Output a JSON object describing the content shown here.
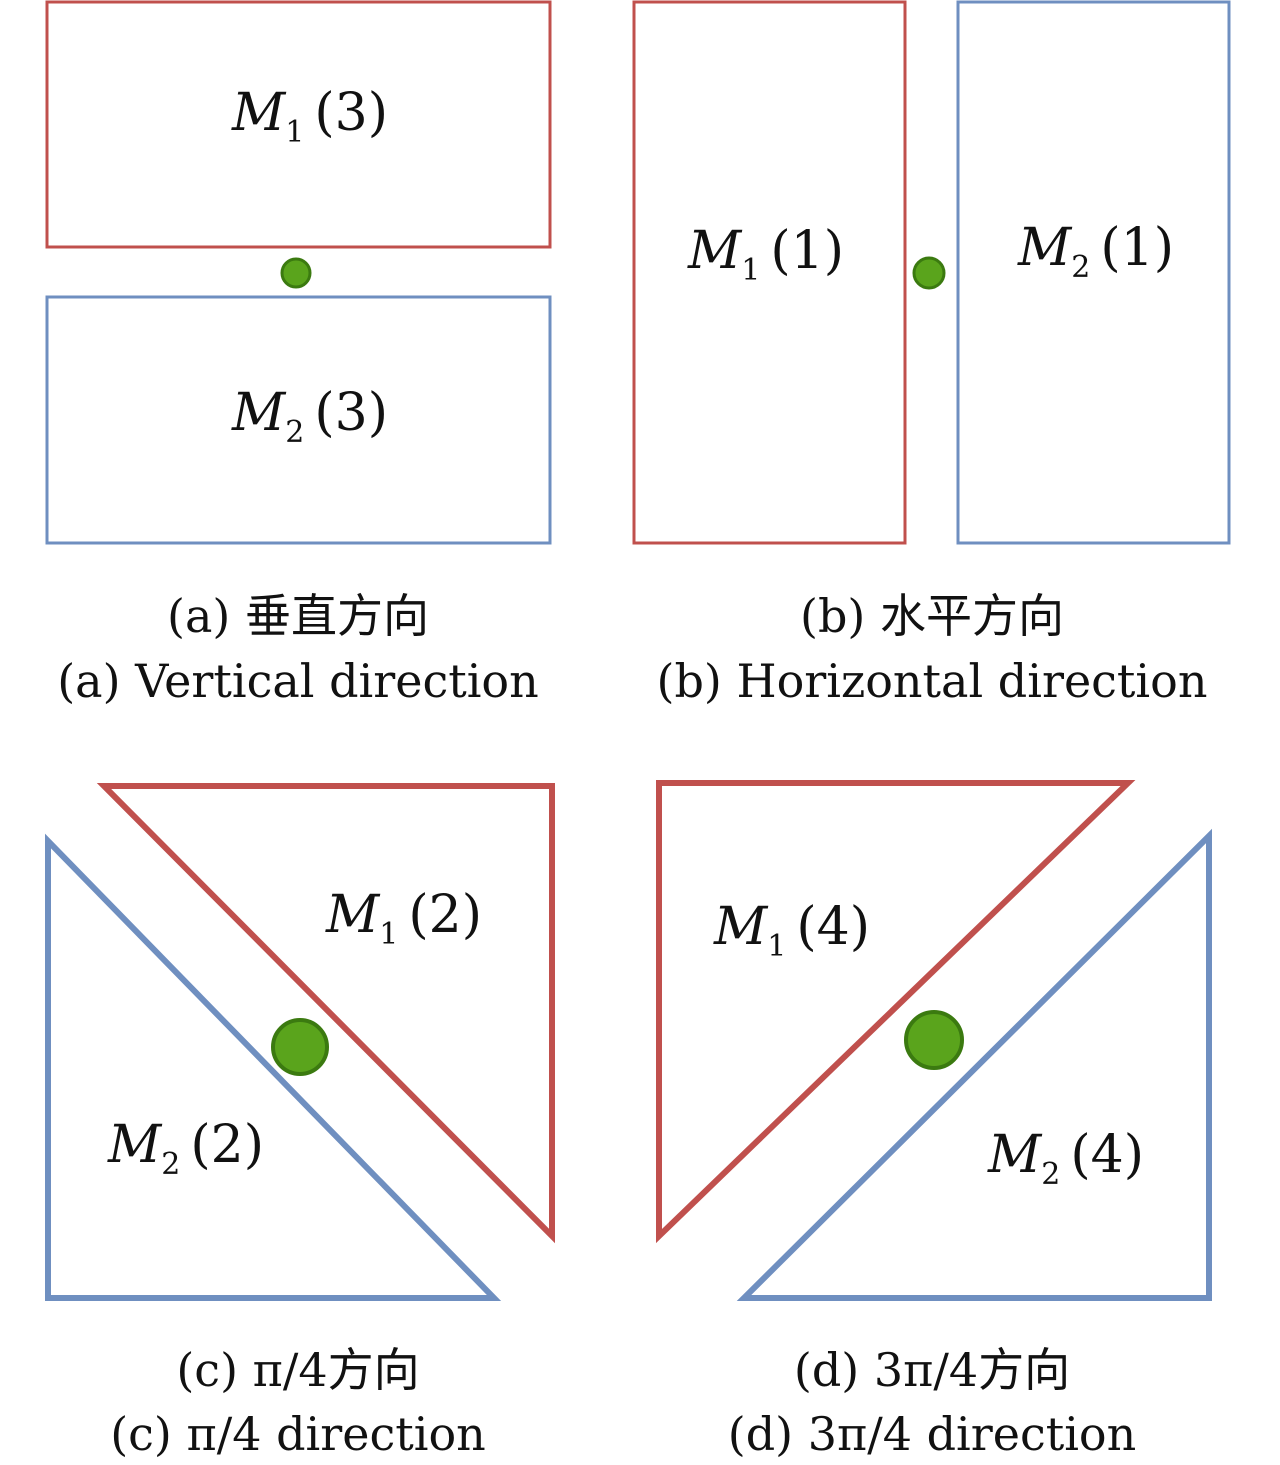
{
  "colors": {
    "m1_stroke": "#c0504d",
    "m2_stroke": "#6f8fc0",
    "dot_fill": "#5aa41c",
    "dot_stroke": "#3b7a10"
  },
  "panels": [
    {
      "id": "a",
      "m1": {
        "sym": "M",
        "sub": "1",
        "num": "(3)"
      },
      "m2": {
        "sym": "M",
        "sub": "2",
        "num": "(3)"
      },
      "caption_cn": "(a) 垂直方向",
      "caption_en": "(a) Vertical direction"
    },
    {
      "id": "b",
      "m1": {
        "sym": "M",
        "sub": "1",
        "num": "(1)"
      },
      "m2": {
        "sym": "M",
        "sub": "2",
        "num": "(1)"
      },
      "caption_cn": "(b) 水平方向",
      "caption_en": "(b) Horizontal direction"
    },
    {
      "id": "c",
      "m1": {
        "sym": "M",
        "sub": "1",
        "num": "(2)"
      },
      "m2": {
        "sym": "M",
        "sub": "2",
        "num": "(2)"
      },
      "caption_cn": "(c) π/4方向",
      "caption_en": "(c) π/4 direction"
    },
    {
      "id": "d",
      "m1": {
        "sym": "M",
        "sub": "1",
        "num": "(4)"
      },
      "m2": {
        "sym": "M",
        "sub": "2",
        "num": "(4)"
      },
      "caption_cn": "(d) 3π/4方向",
      "caption_en": "(d) 3π/4 direction"
    }
  ]
}
